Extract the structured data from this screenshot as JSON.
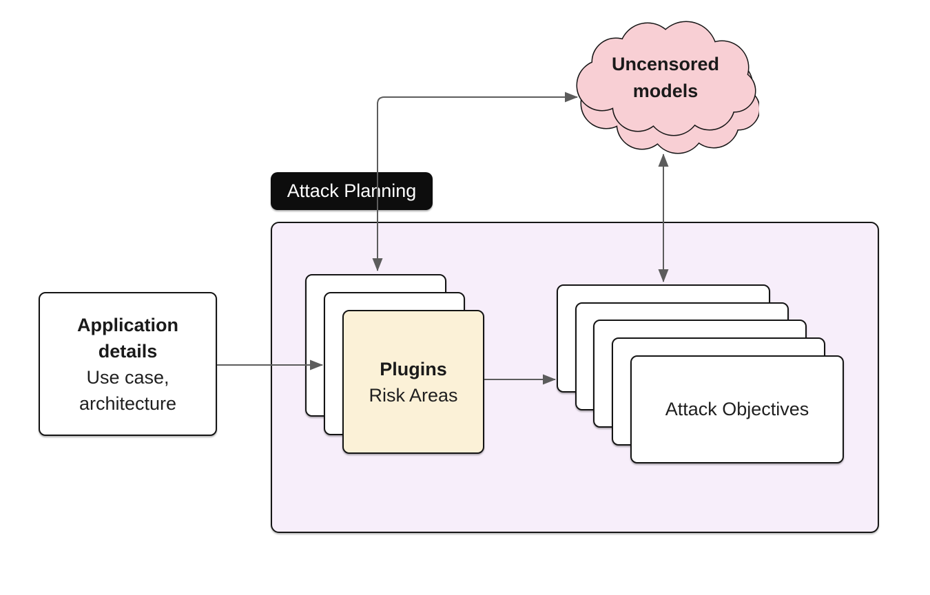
{
  "diagram": {
    "cloud": {
      "label": "Uncensored models",
      "fill": "#f8cfd4",
      "stroke": "#161616"
    },
    "attack_planning": {
      "label": "Attack Planning",
      "bg": "#0d0d0d",
      "text_color": "#ffffff"
    },
    "application_details": {
      "title": "Application details",
      "subtitle": "Use case, architecture"
    },
    "plugins_stack": {
      "title": "Plugins",
      "subtitle": "Risk Areas",
      "front_fill": "#fbf1d7",
      "card_count": 3
    },
    "attack_objectives_stack": {
      "label": "Attack Objectives",
      "card_count": 5
    },
    "planning_container": {
      "fill": "#f7eefa"
    },
    "arrow_color": "#5c5c5c"
  }
}
